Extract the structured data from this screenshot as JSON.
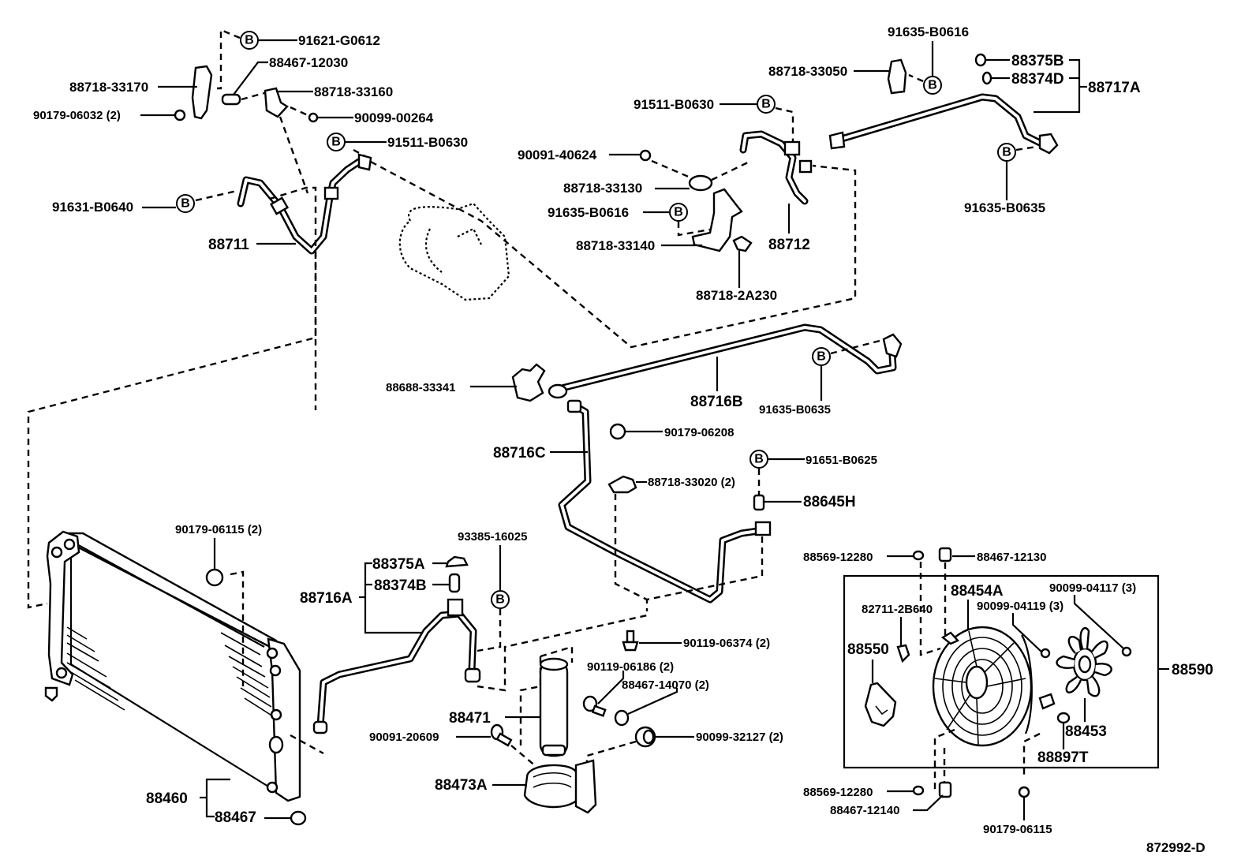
{
  "diagram": {
    "title": "Air conditioner piping / condenser / fan exploded parts diagram",
    "figure_code": "872992-D",
    "ref_marker": "B",
    "labels": {
      "p91621_G0612": "91621-G0612",
      "p88467_12030": "88467-12030",
      "p88718_33170": "88718-33170",
      "p88718_33160": "88718-33160",
      "p90179_06032": "90179-06032 (2)",
      "p90099_00264": "90099-00264",
      "p91511_B0630_a": "91511-B0630",
      "p91631_B0640": "91631-B0640",
      "p88711": "88711",
      "p91635_B0616_a": "91635-B0616",
      "p88718_33050": "88718-33050",
      "p88375B": "88375B",
      "p88374D": "88374D",
      "p88717A": "88717A",
      "p91511_B0630_b": "91511-B0630",
      "p90091_40624": "90091-40624",
      "p88718_33130": "88718-33130",
      "p91635_B0616_b": "91635-B0616",
      "p88718_33140": "88718-33140",
      "p88712": "88712",
      "p88718_2A230": "88718-2A230",
      "p91635_B0635_a": "91635-B0635",
      "p88688_33341": "88688-33341",
      "p88716B": "88716B",
      "p91635_B0635_b": "91635-B0635",
      "p90179_06208": "90179-06208",
      "p88716C": "88716C",
      "p91651_B0625": "91651-B0625",
      "p88718_33020": "88718-33020 (2)",
      "p88645H": "88645H",
      "p90179_06115_a": "90179-06115 (2)",
      "p93385_16025": "93385-16025",
      "p88375A": "88375A",
      "p88374B": "88374B",
      "p88716A": "88716A",
      "p90119_06374": "90119-06374 (2)",
      "p90119_06186": "90119-06186 (2)",
      "p88467_14070": "88467-14070 (2)",
      "p88471": "88471",
      "p90091_20609": "90091-20609",
      "p90099_32127": "90099-32127 (2)",
      "p88473A": "88473A",
      "p88460": "88460",
      "p88467": "88467",
      "p88569_12280_a": "88569-12280",
      "p88467_12130": "88467-12130",
      "p88454A": "88454A",
      "p90099_04117": "90099-04117 (3)",
      "p82711_2B640": "82711-2B640",
      "p90099_04119": "90099-04119 (3)",
      "p88550": "88550",
      "p88590": "88590",
      "p88453": "88453",
      "p88897T": "88897T",
      "p88569_12280_b": "88569-12280",
      "p88467_12140": "88467-12140",
      "p90179_06115_b": "90179-06115"
    }
  }
}
